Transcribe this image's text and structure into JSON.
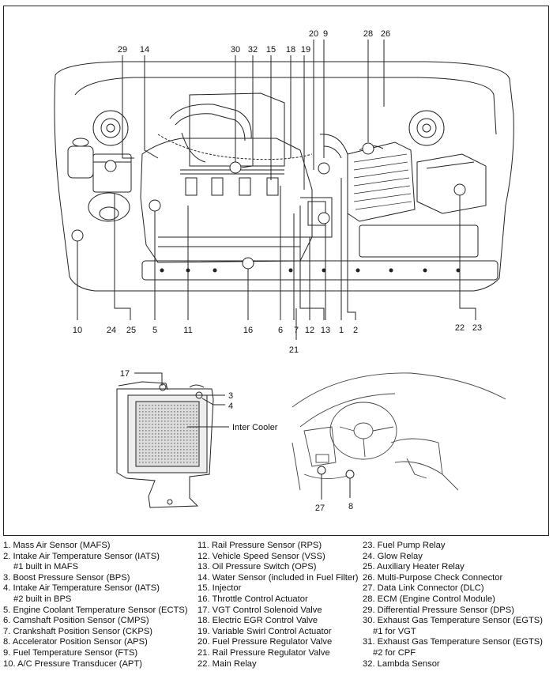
{
  "callouts": {
    "top": [
      "29",
      "14",
      "30",
      "32",
      "15",
      "18",
      "19",
      "20",
      "9",
      "28",
      "26"
    ],
    "bottom": [
      "10",
      "24",
      "25",
      "5",
      "11",
      "16",
      "6",
      "7",
      "12",
      "13",
      "1",
      "2",
      "22",
      "23",
      "21"
    ],
    "intercooler": [
      "17",
      "3",
      "4"
    ],
    "cabin": [
      "27",
      "8"
    ]
  },
  "intercooler_label": "Inter Cooler",
  "legend": {
    "col1": [
      {
        "text": "1. Mass Air Sensor (MAFS)",
        "sub": ""
      },
      {
        "text": "2. Intake Air Temperature Sensor (IATS)",
        "sub": "#1 built in MAFS"
      },
      {
        "text": "3. Boost Pressure Sensor (BPS)",
        "sub": ""
      },
      {
        "text": "4. Intake Air Temperature Sensor (IATS)",
        "sub": "#2 built in BPS"
      },
      {
        "text": "5. Engine Coolant Temperature Sensor (ECTS)",
        "sub": ""
      },
      {
        "text": "6. Camshaft Position Sensor (CMPS)",
        "sub": ""
      },
      {
        "text": "7. Crankshaft Position Sensor (CKPS)",
        "sub": ""
      },
      {
        "text": "8. Accelerator Position Sensor (APS)",
        "sub": ""
      },
      {
        "text": "9. Fuel Temperature Sensor (FTS)",
        "sub": ""
      },
      {
        "text": "10. A/C Pressure Transducer (APT)",
        "sub": ""
      }
    ],
    "col2": [
      {
        "text": "11. Rail Pressure Sensor (RPS)",
        "sub": ""
      },
      {
        "text": "12. Vehicle Speed Sensor (VSS)",
        "sub": ""
      },
      {
        "text": "13. Oil Pressure Switch (OPS)",
        "sub": ""
      },
      {
        "text": "14. Water Sensor (included in Fuel Filter)",
        "sub": ""
      },
      {
        "text": "15. Injector",
        "sub": ""
      },
      {
        "text": "16. Throttle Control Actuator",
        "sub": ""
      },
      {
        "text": "17. VGT Control Solenoid Valve",
        "sub": ""
      },
      {
        "text": "18. Electric EGR Control Valve",
        "sub": ""
      },
      {
        "text": "19. Variable Swirl Control Actuator",
        "sub": ""
      },
      {
        "text": "20. Fuel Pressure Regulator Valve",
        "sub": ""
      },
      {
        "text": "21. Rail Pressure Regulator Valve",
        "sub": ""
      },
      {
        "text": "22. Main Relay",
        "sub": ""
      }
    ],
    "col3": [
      {
        "text": "23. Fuel Pump Relay",
        "sub": ""
      },
      {
        "text": "24. Glow Relay",
        "sub": ""
      },
      {
        "text": "25. Auxiliary Heater Relay",
        "sub": ""
      },
      {
        "text": "26. Multi-Purpose Check Connector",
        "sub": ""
      },
      {
        "text": "27. Data Link Connector (DLC)",
        "sub": ""
      },
      {
        "text": "28. ECM (Engine Control Module)",
        "sub": ""
      },
      {
        "text": "29. Differential Pressure Sensor (DPS)",
        "sub": ""
      },
      {
        "text": "30. Exhaust Gas Temperature Sensor (EGTS)",
        "sub": "#1 for VGT"
      },
      {
        "text": "31. Exhaust Gas Temperature Sensor (EGTS)",
        "sub": "#2 for CPF"
      },
      {
        "text": "32. Lambda Sensor",
        "sub": ""
      }
    ]
  }
}
